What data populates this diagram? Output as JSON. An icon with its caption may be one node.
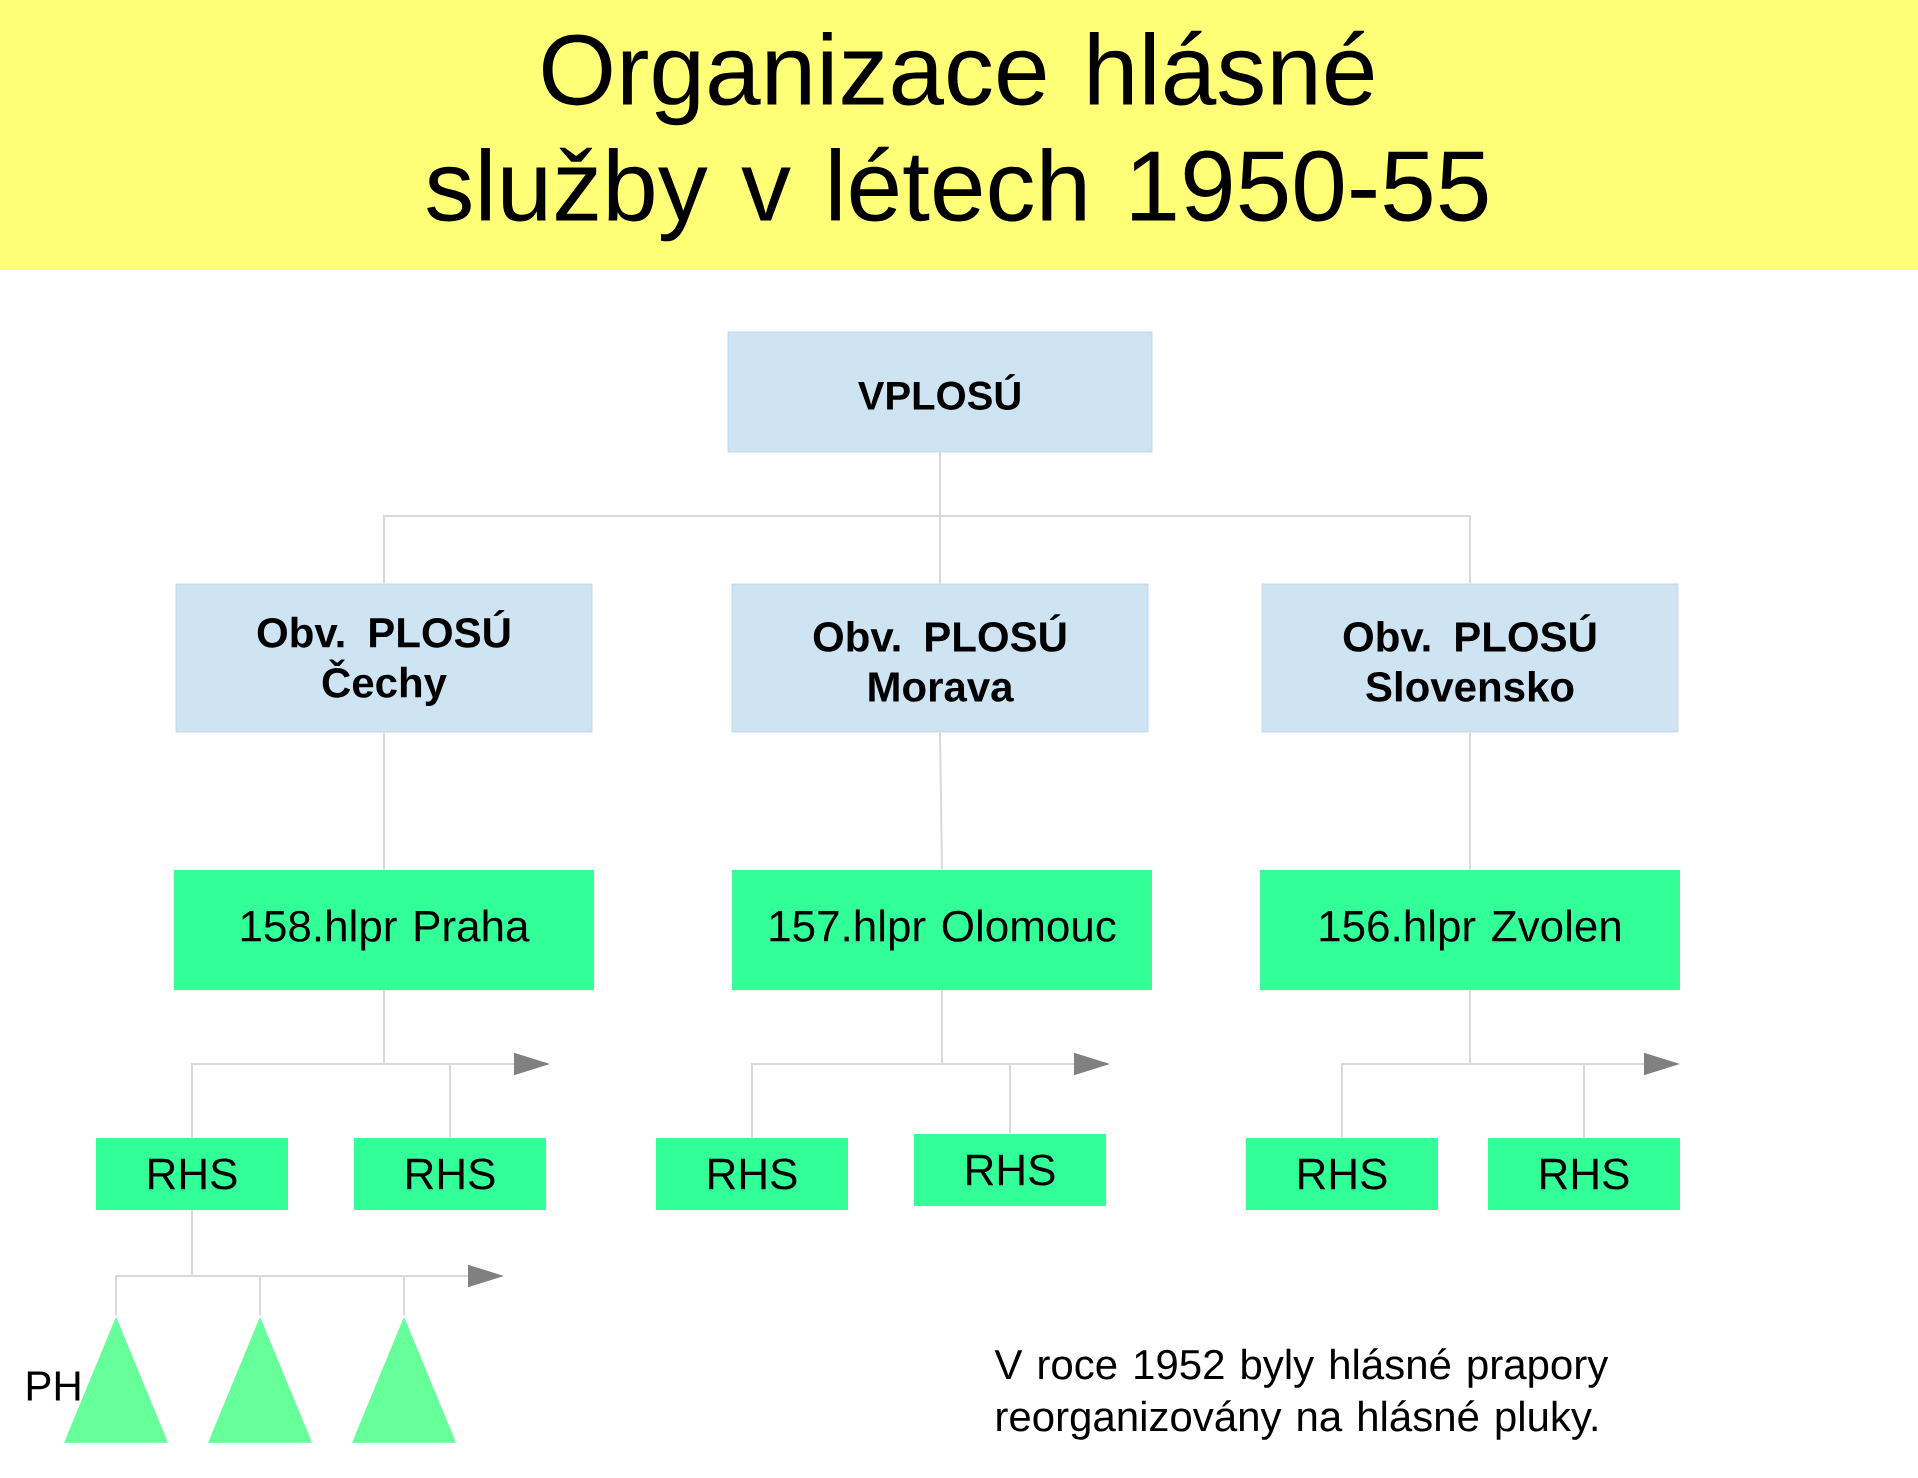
{
  "diagram": {
    "title": "Organizace hlásné služby v létech 1950-55",
    "nodes": [
      {
        "text": [
          "VPLOSÚ"
        ]
      },
      {
        "text": [
          "Obv. PLOSÚ Čechy"
        ]
      },
      {
        "text": [
          "Obv. PLOSÚ Morava"
        ]
      },
      {
        "text": [
          "Obv. PLOSÚ Slovensko"
        ]
      },
      {
        "text": [
          "158.hlpr Praha"
        ]
      },
      {
        "text": [
          "157.hlpr Olomouc"
        ]
      },
      {
        "text": [
          "156.hlpr Zvolen"
        ]
      },
      {
        "text": [
          "RHS"
        ]
      },
      {
        "text": [
          "RHS"
        ]
      },
      {
        "text": [
          "RHS"
        ]
      },
      {
        "text": [
          "RHS"
        ]
      },
      {
        "text": [
          "RHS"
        ]
      },
      {
        "text": [
          "RHS"
        ]
      },
      {
        "text": [],
        "shape": "triangle"
      },
      {
        "text": [],
        "shape": "triangle"
      },
      {
        "text": [],
        "shape": "triangle"
      }
    ],
    "edges": [
      {
        "from": 0,
        "to": 1,
        "arrow": "none"
      },
      {
        "from": 0,
        "to": 2,
        "arrow": "none"
      },
      {
        "from": 0,
        "to": 3,
        "arrow": "none"
      },
      {
        "from": 1,
        "to": 4,
        "arrow": "none"
      },
      {
        "from": 2,
        "to": 5,
        "arrow": "none"
      },
      {
        "from": 3,
        "to": 6,
        "arrow": "none"
      },
      {
        "from": 4,
        "to": 7,
        "arrow": "none"
      },
      {
        "from": 4,
        "to": 8,
        "arrow": "none"
      },
      {
        "from": 4,
        "to": null,
        "arrow": "to"
      },
      {
        "from": 5,
        "to": 9,
        "arrow": "none"
      },
      {
        "from": 5,
        "to": 10,
        "arrow": "none"
      },
      {
        "from": 5,
        "to": null,
        "arrow": "to"
      },
      {
        "from": 6,
        "to": 11,
        "arrow": "none"
      },
      {
        "from": 6,
        "to": 12,
        "arrow": "none"
      },
      {
        "from": 6,
        "to": null,
        "arrow": "to"
      },
      {
        "from": 7,
        "to": 13,
        "arrow": "none"
      },
      {
        "from": 7,
        "to": 14,
        "arrow": "none"
      },
      {
        "from": 7,
        "to": 15,
        "arrow": "none"
      },
      {
        "from": 7,
        "to": null,
        "arrow": "to"
      }
    ],
    "labels": [
      "PH",
      "V roce 1952 byly hlásné prapory reorganizovány na hlásné pluky."
    ]
  }
}
